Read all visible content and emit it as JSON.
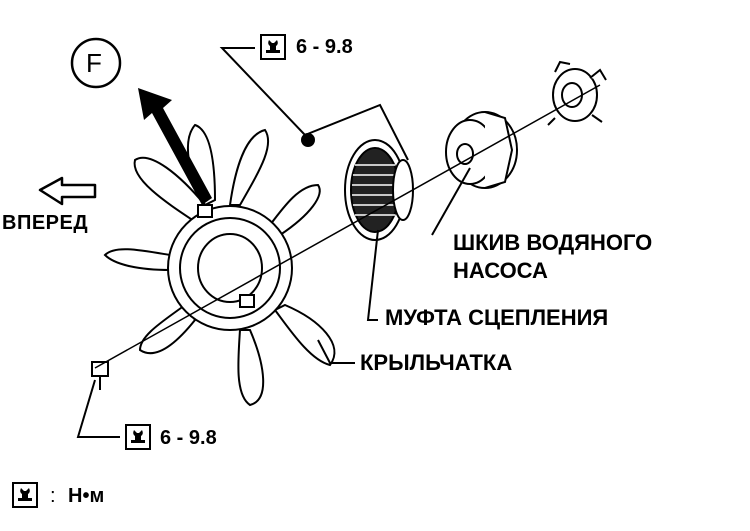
{
  "front_marker": "F",
  "forward_label": "ВПЕРЕД",
  "parts": {
    "water_pump_pulley_line1": "ШКИВ ВОДЯНОГО",
    "water_pump_pulley_line2": "НАСОСА",
    "fan_clutch": "МУФТА СЦЕПЛЕНИЯ",
    "fan_blade": "КРЫЛЬЧАТКА"
  },
  "torque_top": "6 - 9.8",
  "torque_bottom": "6 - 9.8",
  "legend": {
    "separator": ":",
    "unit": "Н•м"
  },
  "icons": {
    "torque": "torque-wrench-icon",
    "forward_arrow": "forward-arrow-icon",
    "front_arrow": "front-direction-arrow-icon"
  }
}
